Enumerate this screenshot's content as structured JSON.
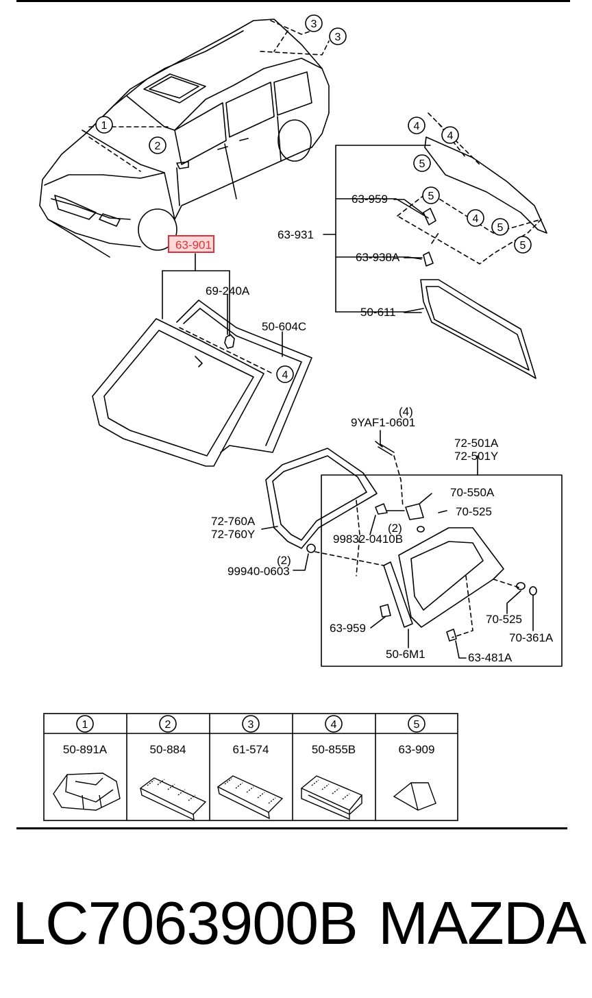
{
  "callout_labels": {
    "c1": "1",
    "c2": "2",
    "c3a": "3",
    "c3b": "3",
    "c4a": "4",
    "c4b": "4",
    "c4c": "4",
    "c4d": "4",
    "c5a": "5",
    "c5b": "5",
    "c5c": "5",
    "c5d": "5"
  },
  "part_labels": {
    "highlighted": "63-901",
    "p69_240A": "69-240A",
    "p50_604C": "50-604C",
    "p63_931": "63-931",
    "p63_959_top": "63-959",
    "p63_938A": "63-938A",
    "p50_611": "50-611",
    "p9YAF_qty": "(4)",
    "p9YAF": "9YAF1-0601",
    "p72_501A": "72-501A",
    "p72_501Y": "72-501Y",
    "p70_550A": "70-550A",
    "p70_525_top": "70-525",
    "p99832_qty": "(2)",
    "p99832": "99832-0410B",
    "p72_760A": "72-760A",
    "p72_760Y": "72-760Y",
    "p99940_qty": "(2)",
    "p99940": "99940-0603",
    "p63_959_bottom": "63-959",
    "p70_525_bottom": "70-525",
    "p70_361A": "70-361A",
    "p50_6M1": "50-6M1",
    "p63_481A": "63-481A"
  },
  "legend": {
    "headers": [
      "1",
      "2",
      "3",
      "4",
      "5"
    ],
    "parts": [
      "50-891A",
      "50-884",
      "61-574",
      "50-855B",
      "63-909"
    ]
  },
  "highlight_color": "#e0303a",
  "footer": {
    "part_number": "LC7063900B",
    "brand": "MAZDA"
  }
}
